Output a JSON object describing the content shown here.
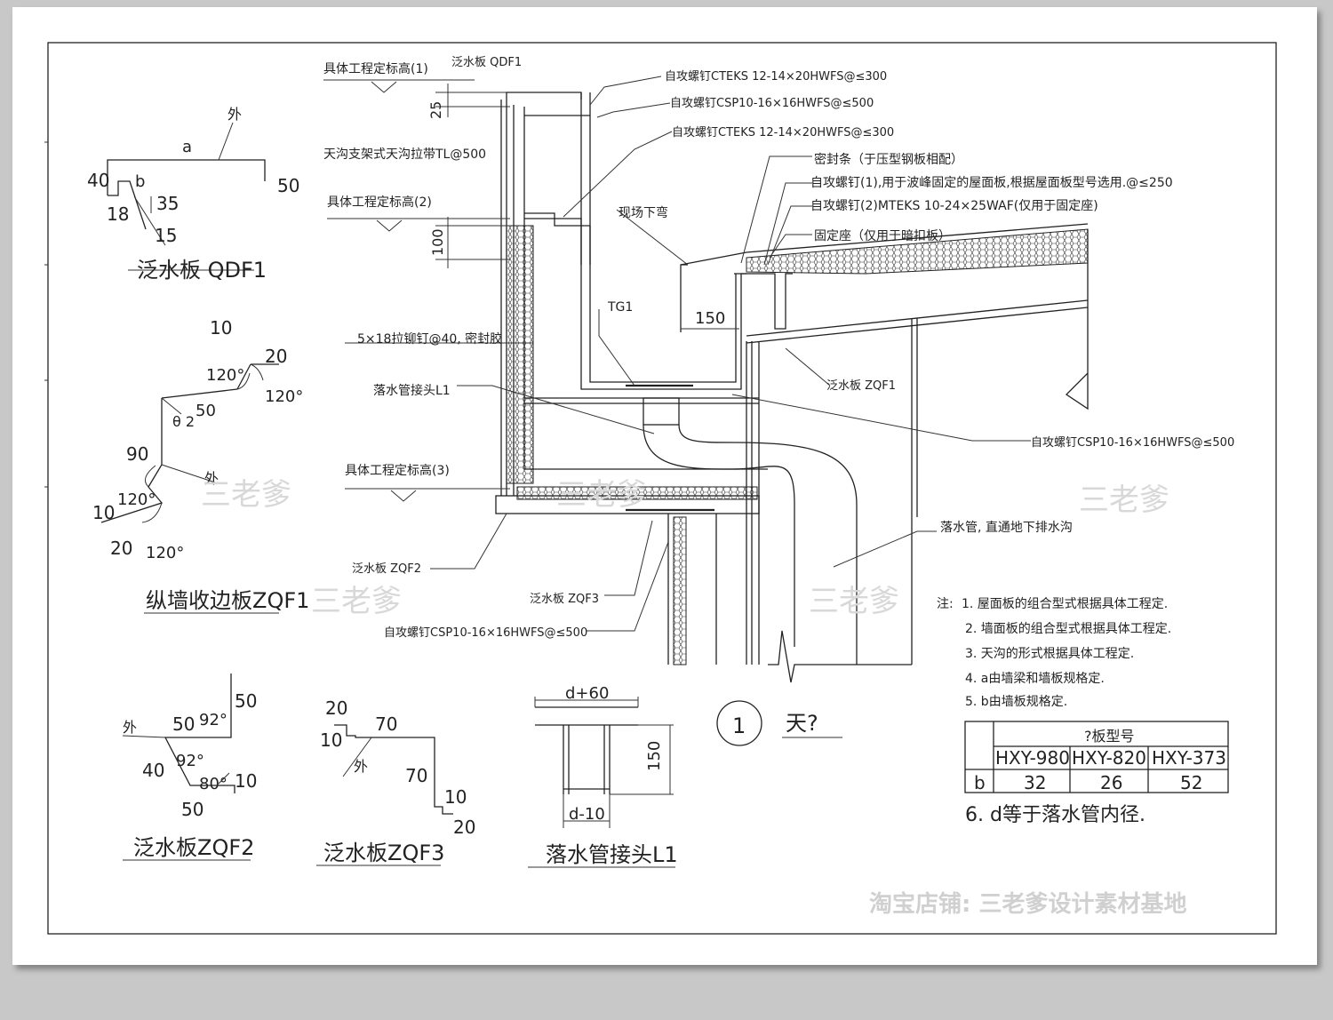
{
  "qdf1": {
    "title": "泛水板 QDF1",
    "outer": "外",
    "dims": {
      "a": "a",
      "b": "b",
      "d40": "40",
      "d50": "50",
      "d35": "35",
      "d18": "18",
      "d15": "15"
    }
  },
  "zqf1": {
    "title": "纵墙收边板ZQF1",
    "outer": "外",
    "theta": "θ 2",
    "dims": {
      "d10a": "10",
      "d20a": "20",
      "a120a": "120°",
      "a120b": "120°",
      "d50": "50",
      "d90": "90",
      "a120c": "120°",
      "d10b": "10",
      "d20b": "20",
      "a120d": "120°"
    }
  },
  "zqf2": {
    "title": "泛水板ZQF2",
    "outer": "外",
    "dims": {
      "d50a": "50",
      "a92a": "92°",
      "d50b": "50",
      "a92b": "92°",
      "d40": "40",
      "a80": "80°",
      "d10": "10",
      "d50c": "50"
    }
  },
  "zqf3": {
    "title": "泛水板ZQF3",
    "outer": "外",
    "dims": {
      "d20a": "20",
      "d10a": "10",
      "d70a": "70",
      "d70b": "70",
      "d10b": "10",
      "d20b": "20"
    }
  },
  "l1": {
    "title": "落水管接头L1",
    "dims": {
      "top": "d+60",
      "height": "150",
      "bottom": "d-10"
    }
  },
  "main": {
    "labels": {
      "elev1": "具体工程定标高(1)",
      "qdf1_tag": "泛水板  QDF1",
      "screw1": "自攻螺钉CTEKS   12-14×20HWFS@≤300",
      "screw2": "自攻螺钉CSP10-16×16HWFS@≤500",
      "screw3": "自攻螺钉CTEKS   12-14×20HWFS@≤300",
      "gutter_strap": "天沟支架式天沟拉带TL@500",
      "seal": "密封条（于压型钢板相配）",
      "screw_a": "自攻螺钉(1),用于波峰固定的屋面板,根据屋面板型号选用.@≤250",
      "screw_b": "自攻螺钉(2)MTEKS  10-24×25WAF(仅用于固定座)",
      "elev2": "具体工程定标高(2)",
      "bend": "现场下弯",
      "seat": "固定座（仅用于暗扣板）",
      "tg1": "TG1",
      "rivet": "5×18拉铆钉@40, 密封胶",
      "zqf1_tag": "泛水板  ZQF1",
      "pipe_joint": "落水管接头L1",
      "screw4": "自攻螺钉CSP10-16×16HWFS@≤500",
      "elev3": "具体工程定标高(3)",
      "downpipe": "落水管, 直通地下排水沟",
      "zqf2_tag": "泛水板  ZQF2",
      "zqf3_tag": "泛水板  ZQF3",
      "screw5": "自攻螺钉CSP10-16×16HWFS@≤500",
      "d25": "25",
      "d100": "100",
      "d150": "150"
    },
    "detail_no": "1",
    "detail_title": "天?"
  },
  "notes": {
    "prefix": "注:",
    "items": [
      "1. 屋面板的组合型式根据具体工程定.",
      "2. 墙面板的组合型式根据具体工程定.",
      "3. 天沟的形式根据具体工程定.",
      "4. a由墙梁和墙板规格定.",
      "5. b由墙板规格定."
    ],
    "note6": "6. d等于落水管内径."
  },
  "table": {
    "header": "?板型号",
    "columns": [
      "HXY-980",
      "HXY-820",
      "HXY-373"
    ],
    "row_label": "b",
    "values": [
      "32",
      "26",
      "52"
    ]
  },
  "watermark": {
    "brand": "三老爹",
    "shop": "淘宝店铺: 三老爹设计素材基地"
  }
}
